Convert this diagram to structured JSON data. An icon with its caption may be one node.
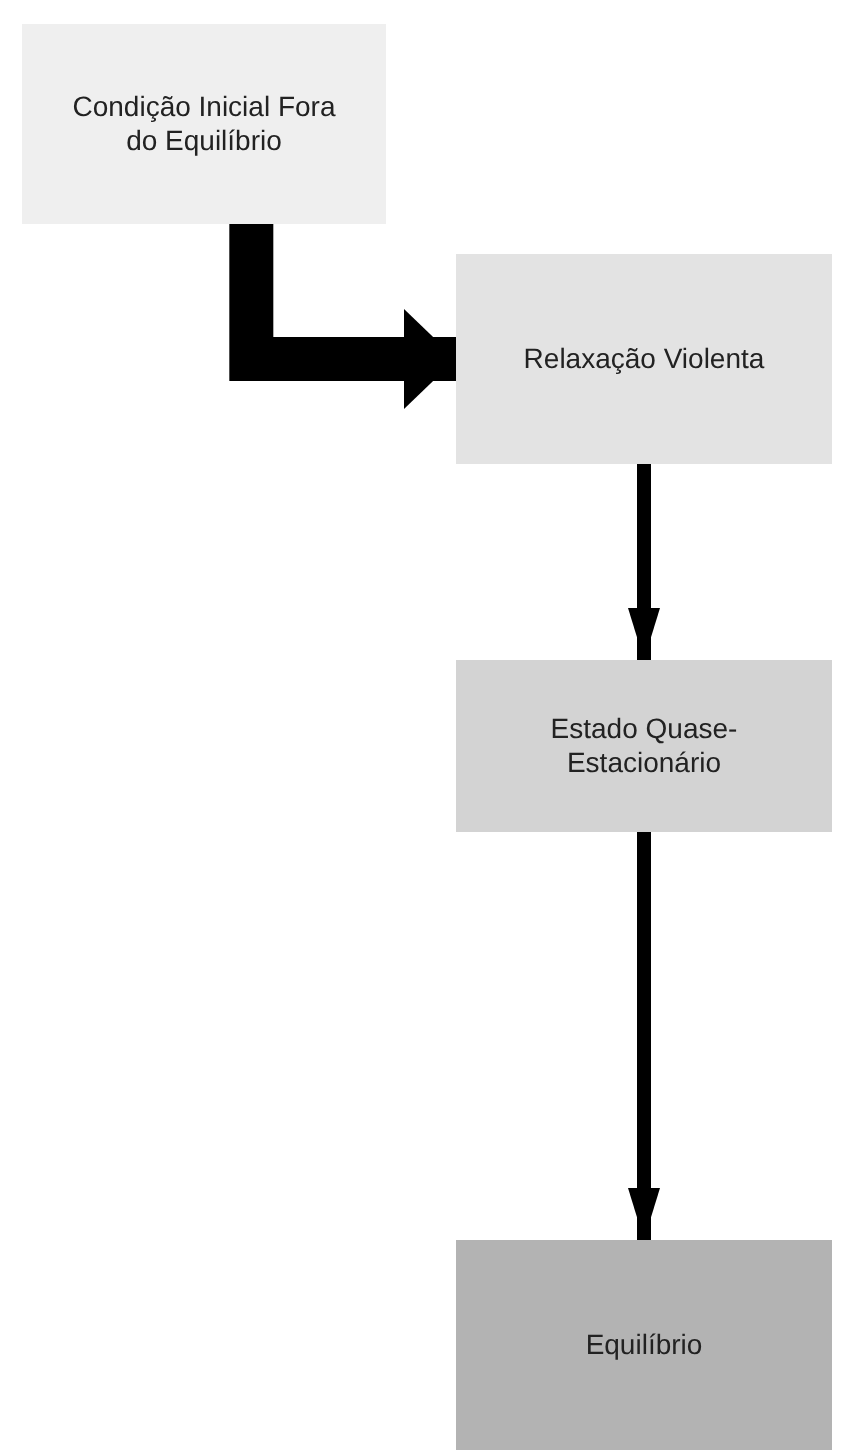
{
  "diagram": {
    "nodes": [
      {
        "text": [
          "Condição Inicial Fora do Equilíbrio"
        ]
      },
      {
        "text": [
          "Relaxação Violenta"
        ]
      },
      {
        "text": [
          "Estado Quase-Estacionário"
        ]
      },
      {
        "text": [
          "Equilíbrio"
        ]
      }
    ],
    "edges": [
      {
        "from": 0,
        "to": 1,
        "arrow": "to",
        "style": "thick"
      },
      {
        "from": 1,
        "to": 2,
        "arrow": "to"
      },
      {
        "from": 2,
        "to": 3,
        "arrow": "to"
      }
    ]
  }
}
